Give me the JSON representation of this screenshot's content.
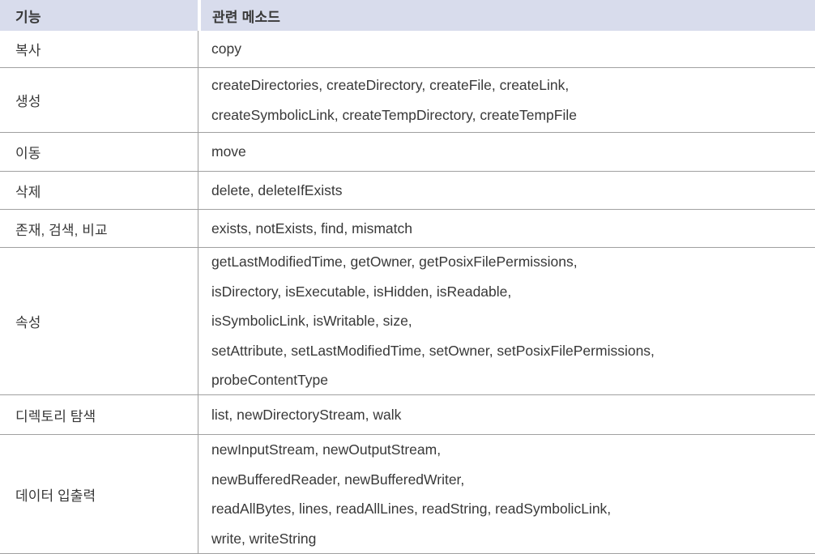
{
  "table": {
    "title": "Files method reference table",
    "colors": {
      "header_bg": "#d8dcec",
      "border": "#a0a0a0",
      "text": "#383838",
      "background": "#ffffff"
    },
    "header": {
      "feature": "기능",
      "methods": "관련 메소드"
    },
    "rows": [
      {
        "feature": "복사",
        "method_lines": [
          "copy"
        ]
      },
      {
        "feature": "생성",
        "method_lines": [
          "createDirectories, createDirectory, createFile, createLink,",
          "createSymbolicLink, createTempDirectory, createTempFile"
        ]
      },
      {
        "feature": "이동",
        "method_lines": [
          "move"
        ]
      },
      {
        "feature": "삭제",
        "method_lines": [
          "delete, deleteIfExists"
        ]
      },
      {
        "feature": "존재, 검색, 비교",
        "method_lines": [
          "exists, notExists, find, mismatch"
        ]
      },
      {
        "feature": "속성",
        "method_lines": [
          "getLastModifiedTime, getOwner, getPosixFilePermissions,",
          "isDirectory, isExecutable, isHidden, isReadable,",
          "isSymbolicLink, isWritable, size,",
          "setAttribute, setLastModifiedTime, setOwner, setPosixFilePermissions,",
          "probeContentType"
        ]
      },
      {
        "feature": "디렉토리 탐색",
        "method_lines": [
          "list, newDirectoryStream, walk"
        ]
      },
      {
        "feature": "데이터 입출력",
        "method_lines": [
          "newInputStream, newOutputStream,",
          "newBufferedReader, newBufferedWriter,",
          "readAllBytes, lines, readAllLines, readString, readSymbolicLink,",
          "write, writeString"
        ]
      }
    ]
  }
}
